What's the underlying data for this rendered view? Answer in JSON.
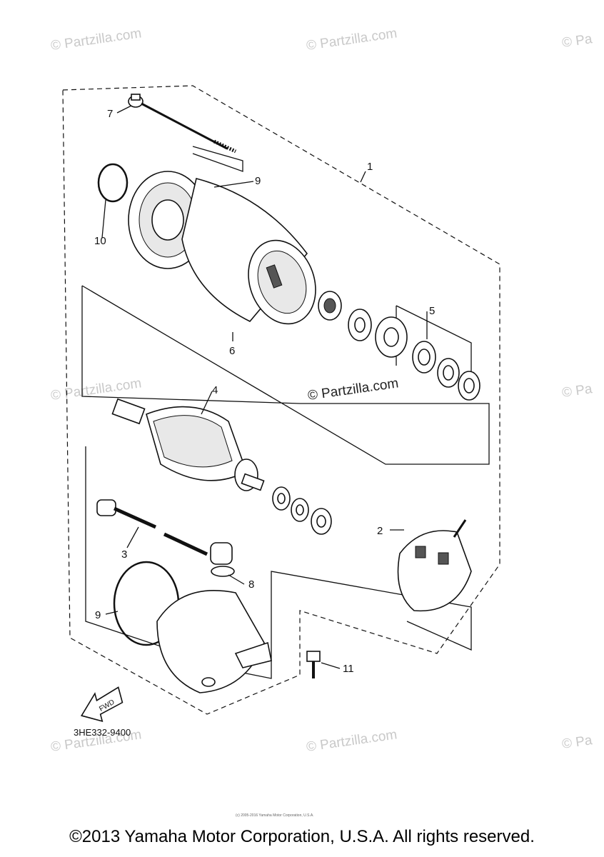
{
  "callouts": {
    "c1": "1",
    "c2": "2",
    "c3": "3",
    "c4": "4",
    "c5": "5",
    "c6": "6",
    "c7": "7",
    "c8": "8",
    "c9a": "9",
    "c9b": "9",
    "c10": "10",
    "c11": "11"
  },
  "diagram_code": "3HE332-9400",
  "fwd_label": "FWD",
  "watermark": "© Partzilla.com",
  "watermark_clipped": "© Pa",
  "tiny_notice": "(c) 2005-2016 Yamaha Motor Corporation, U.S.A.",
  "copyright": "©2013 Yamaha Motor Corporation, U.S.A. All rights reserved."
}
